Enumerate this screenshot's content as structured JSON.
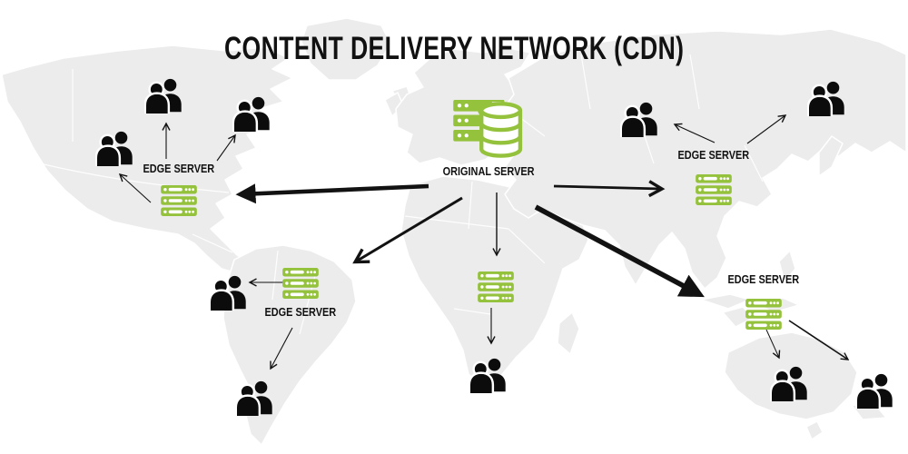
{
  "title": "CONTENT DELIVERY NETWORK (CDN)",
  "colors": {
    "accent_green": "#95c23d",
    "arrow_black": "#121212",
    "continent_gray": "#ececec",
    "border_white": "#ffffff",
    "background": "#ffffff",
    "text_black": "#111111"
  },
  "origin_server": {
    "label": "ORIGINAL SERVER",
    "icon": "database-server-icon"
  },
  "edge_servers": [
    {
      "region": "north-america",
      "label": "EDGE SERVER"
    },
    {
      "region": "south-america",
      "label": "EDGE SERVER"
    },
    {
      "region": "africa",
      "label": ""
    },
    {
      "region": "east-asia",
      "label": "EDGE SERVER"
    },
    {
      "region": "oceania",
      "label": "EDGE SERVER"
    }
  ],
  "icons": {
    "edge_server": "server-rack-icon",
    "users": "users-icon",
    "origin": "database-server-icon"
  },
  "user_groups_count": 10
}
